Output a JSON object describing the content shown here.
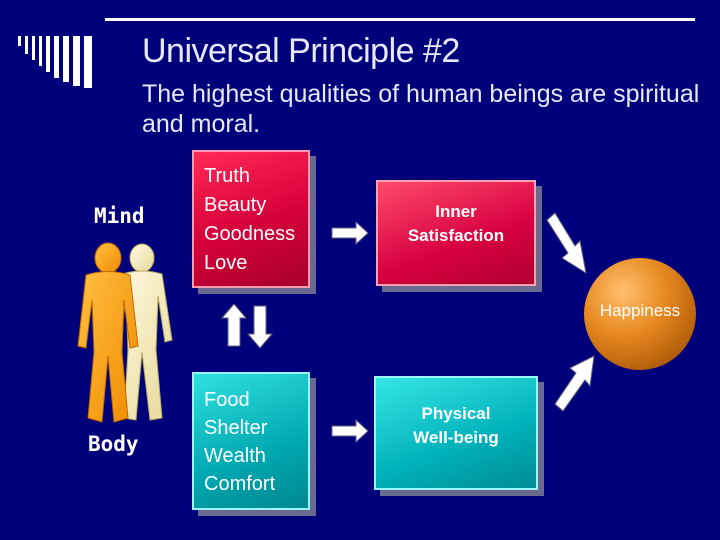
{
  "slide": {
    "title": "Universal Principle #2",
    "subtitle": "The highest qualities of human beings are spiritual and moral."
  },
  "labels": {
    "mind": "Mind",
    "body": "Body"
  },
  "boxes": {
    "qualities": [
      "Truth",
      "Beauty",
      "Goodness",
      "Love"
    ],
    "inner_satisfaction": [
      "Inner",
      "Satisfaction"
    ],
    "needs": [
      "Food",
      "Shelter",
      "Wealth",
      "Comfort"
    ],
    "physical_wellbeing": [
      "Physical",
      "Well-being"
    ]
  },
  "outcome": {
    "label": "Happiness"
  },
  "colors": {
    "background": "#00007a",
    "spiritual_box": "#d4003a",
    "physical_box": "#00a8b0",
    "sphere": "#e68a20"
  }
}
